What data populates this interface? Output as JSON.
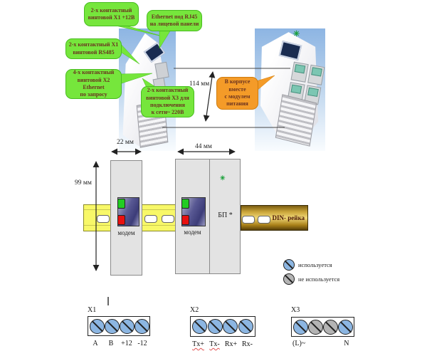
{
  "callouts": {
    "x1_12v": "2-х контактный\nвинтовой X1 +12В",
    "ethernet_rj45": "Ethernet под RJ45\nна лицевой панели",
    "x1_rs485": "2-х контактный X1\nвинтовой RS485",
    "x2_ethernet": "4-х контактный\nвинтовой X2 Ethernet\nпо запросу",
    "x3_220v": "2-х контактный\nвинтовой X3 для\nподключения\nк сети~ 220В",
    "power_module": "В корпусе\nвместе\nс модулем\nпитания"
  },
  "dimensions": {
    "device_height": "114 мм",
    "modem_width": "22 мм",
    "combo_width": "44 мм",
    "module_height": "99 мм"
  },
  "rail": {
    "label": "DIN- рейка"
  },
  "modules": {
    "modem1_label": "модем",
    "modem2_label": "модем",
    "psu_label": "БП *"
  },
  "legend": {
    "used": "используется",
    "not_used": "не используется"
  },
  "terminals": {
    "x1": {
      "title": "X1",
      "pins": [
        "A",
        "B",
        "+12",
        "-12"
      ]
    },
    "x2": {
      "title": "X2",
      "pins": [
        "Tx+",
        "Tx-",
        "Rx+",
        "Rx-"
      ]
    },
    "x3": {
      "title": "X3",
      "pins": [
        "(L)~",
        "",
        "",
        "N"
      ]
    }
  },
  "icons": {
    "gear": "✳"
  },
  "colors": {
    "callout_green": "#76e63c",
    "callout_orange": "#f49b28",
    "screw_used": "#8cb6e2",
    "screw_unused": "#b4b4b4",
    "rail_yellow": "#f8f868",
    "led_green": "#22cc22",
    "led_red": "#e81010"
  }
}
